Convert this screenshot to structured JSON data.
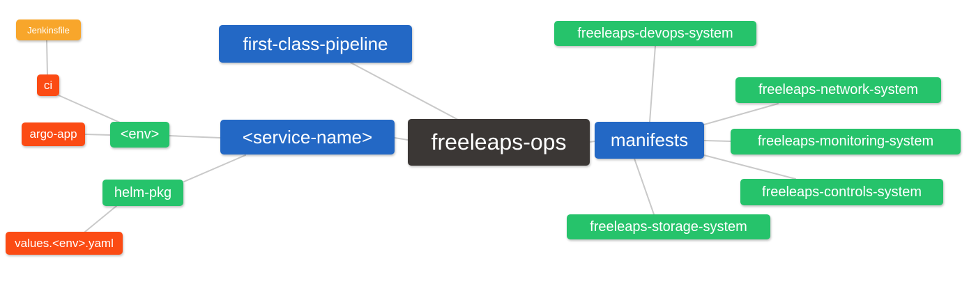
{
  "diagram": {
    "type": "mindmap",
    "root": "freeleaps-ops",
    "nodes": {
      "freeleaps_ops": {
        "label": "freeleaps-ops"
      },
      "first_class_pipeline": {
        "label": "first-class-pipeline"
      },
      "service_name": {
        "label": "<service-name>"
      },
      "manifests": {
        "label": "manifests"
      },
      "env": {
        "label": "<env>"
      },
      "helm_pkg": {
        "label": "helm-pkg"
      },
      "ci": {
        "label": "ci"
      },
      "argo_app": {
        "label": "argo-app"
      },
      "jenkinsfile": {
        "label": "Jenkinsfile"
      },
      "values_env_yaml": {
        "label": "values.<env>.yaml"
      },
      "devops_system": {
        "label": "freeleaps-devops-system"
      },
      "network_system": {
        "label": "freeleaps-network-system"
      },
      "monitoring_system": {
        "label": "freeleaps-monitoring-system"
      },
      "controls_system": {
        "label": "freeleaps-controls-system"
      },
      "storage_system": {
        "label": "freeleaps-storage-system"
      }
    },
    "edges": [
      [
        "jenkinsfile",
        "ci"
      ],
      [
        "ci",
        "env"
      ],
      [
        "argo_app",
        "env"
      ],
      [
        "env",
        "service_name"
      ],
      [
        "helm_pkg",
        "service_name"
      ],
      [
        "helm_pkg",
        "values_env_yaml"
      ],
      [
        "first_class_pipeline",
        "freeleaps_ops"
      ],
      [
        "service_name",
        "freeleaps_ops"
      ],
      [
        "freeleaps_ops",
        "manifests"
      ],
      [
        "manifests",
        "devops_system"
      ],
      [
        "manifests",
        "network_system"
      ],
      [
        "manifests",
        "monitoring_system"
      ],
      [
        "manifests",
        "controls_system"
      ],
      [
        "manifests",
        "storage_system"
      ]
    ],
    "colors": {
      "background": "#ffffff",
      "text": "#ffffff",
      "edge": "#c9c9c9",
      "root_bg": "#3b3735",
      "level1_bg": "#2368c5",
      "level2_bg": "#26c36b",
      "level3_bg": "#fb4b14",
      "level4_bg": "#f8a62b"
    }
  }
}
